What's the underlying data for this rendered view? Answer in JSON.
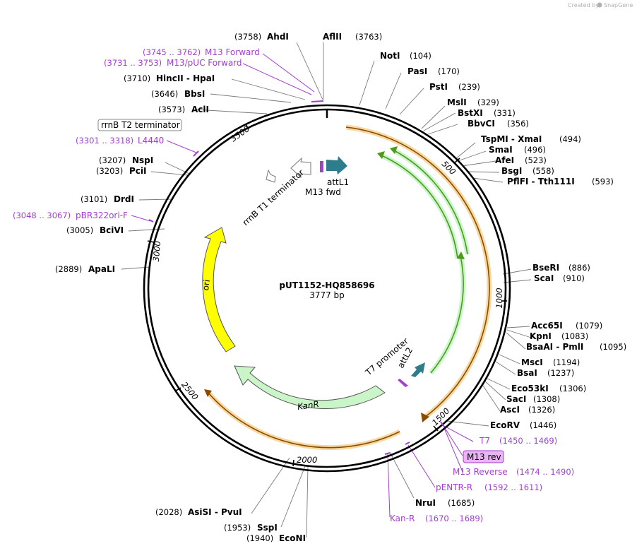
{
  "credit": {
    "text": "Created by",
    "brand": "SnapGene"
  },
  "plasmid": {
    "name": "pUT1152-HQ858696",
    "length": "3777 bp"
  },
  "colors": {
    "primer": "#a23fd0",
    "orf_yellow": "#ffff00",
    "orf_green_fill": "#c9f5c9",
    "attl": "#2e7d8c",
    "cds_orange": "#f7d8a0",
    "cds_green": "#4c9a1a"
  },
  "ticks": [
    "500",
    "1000",
    "1500",
    "2000",
    "2500",
    "3000",
    "3500"
  ],
  "features": {
    "ori": "ori",
    "kanr": "KanR",
    "attl1": "attL1",
    "attl2": "attL2",
    "m13fwd": "M13 fwd",
    "t7promoter": "T7 promoter",
    "rrnb_t1": "rrnB T1 terminator",
    "rrnb_t2": "rrnB T2 terminator"
  },
  "sites_right": [
    {
      "name": "AflII",
      "pos": "(3763)"
    },
    {
      "name": "NotI",
      "pos": "(104)"
    },
    {
      "name": "PasI",
      "pos": "(170)"
    },
    {
      "name": "PstI",
      "pos": "(239)"
    },
    {
      "name": "MslI",
      "pos": "(329)"
    },
    {
      "name": "BstXI",
      "pos": "(331)"
    },
    {
      "name": "BbvCI",
      "pos": "(356)"
    },
    {
      "name": "TspMI  -  XmaI",
      "pos": "(494)"
    },
    {
      "name": "SmaI",
      "pos": "(496)"
    },
    {
      "name": "AfeI",
      "pos": "(523)"
    },
    {
      "name": "BsgI",
      "pos": "(558)"
    },
    {
      "name": "PflFI  -  Tth111I",
      "pos": "(593)"
    },
    {
      "name": "BseRI",
      "pos": "(886)"
    },
    {
      "name": "ScaI",
      "pos": "(910)"
    },
    {
      "name": "Acc65I",
      "pos": "(1079)"
    },
    {
      "name": "KpnI",
      "pos": "(1083)"
    },
    {
      "name": "BsaAI  -  PmlI",
      "pos": "(1095)"
    },
    {
      "name": "MscI",
      "pos": "(1194)"
    },
    {
      "name": "BsaI",
      "pos": "(1237)"
    },
    {
      "name": "Eco53kI",
      "pos": "(1306)"
    },
    {
      "name": "SacI",
      "pos": "(1308)"
    },
    {
      "name": "AscI",
      "pos": "(1326)"
    },
    {
      "name": "EcoRV",
      "pos": "(1446)"
    },
    {
      "name": "NruI",
      "pos": "(1685)"
    }
  ],
  "sites_left": [
    {
      "name": "AhdI",
      "pos": "(3758)"
    },
    {
      "name": "HincII  -  HpaI",
      "pos": "(3710)"
    },
    {
      "name": "BbsI",
      "pos": "(3646)"
    },
    {
      "name": "AclI",
      "pos": "(3573)"
    },
    {
      "name": "NspI",
      "pos": "(3207)"
    },
    {
      "name": "PciI",
      "pos": "(3203)"
    },
    {
      "name": "DrdI",
      "pos": "(3101)"
    },
    {
      "name": "BciVI",
      "pos": "(3005)"
    },
    {
      "name": "ApaLI",
      "pos": "(2889)"
    },
    {
      "name": "AsiSI  -  PvuI",
      "pos": "(2028)"
    },
    {
      "name": "SspI",
      "pos": "(1953)"
    },
    {
      "name": "EcoNI",
      "pos": "(1940)"
    }
  ],
  "primers": [
    {
      "name": "M13 Forward",
      "range": "(3745 .. 3762)"
    },
    {
      "name": "M13/pUC Forward",
      "range": "(3731 .. 3753)"
    },
    {
      "name": "L4440",
      "range": "(3301 .. 3318)"
    },
    {
      "name": "pBR322ori-F",
      "range": "(3048 .. 3067)"
    },
    {
      "name": "T7",
      "range": "(1450 .. 1469)"
    },
    {
      "name": "M13 rev",
      "range": ""
    },
    {
      "name": "M13 Reverse",
      "range": "(1474 .. 1490)"
    },
    {
      "name": "pENTR-R",
      "range": "(1592 .. 1611)"
    },
    {
      "name": "Kan-R",
      "range": "(1670 .. 1689)"
    }
  ]
}
